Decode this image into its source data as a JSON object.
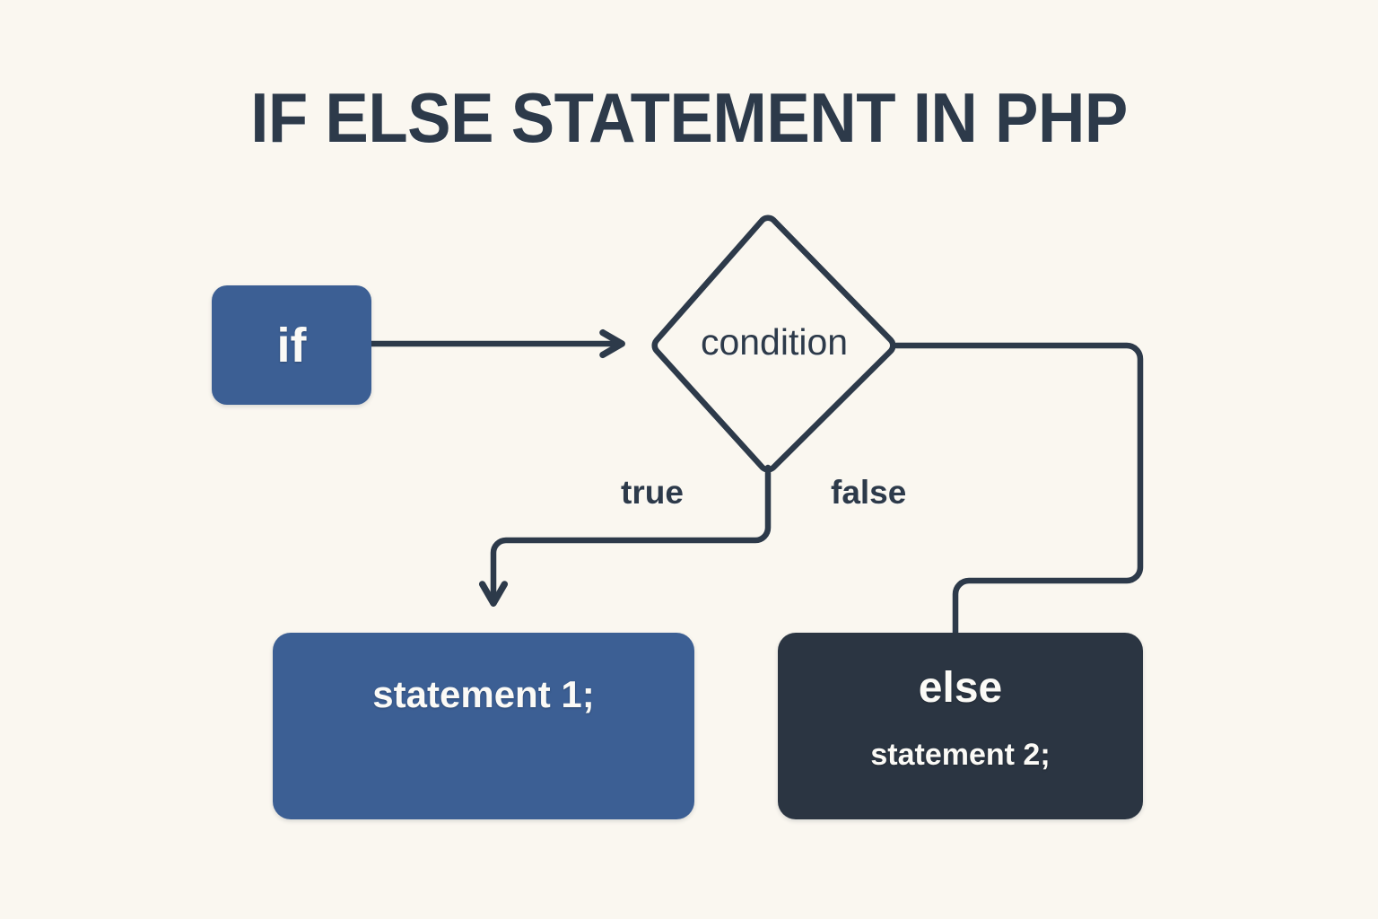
{
  "page": {
    "title": "IF ELSE STATEMENT IN PHP",
    "background_color": "#faf7f0",
    "ink_color": "#2d3a4a",
    "accent_blue": "#3c5f94",
    "accent_dark": "#2b3542"
  },
  "diagram": {
    "type": "flowchart",
    "nodes": [
      {
        "id": "if",
        "shape": "rounded-rectangle",
        "label": "if",
        "fill": "#3c5f94",
        "text_color": "#fbfaf6"
      },
      {
        "id": "condition",
        "shape": "diamond",
        "label": "condition",
        "fill": "none",
        "stroke": "#2d3a4a",
        "text_color": "#2d3a4a"
      },
      {
        "id": "statement1",
        "shape": "rounded-rectangle",
        "label": "statement 1;",
        "fill": "#3c5f94",
        "text_color": "#fbfaf6"
      },
      {
        "id": "else",
        "shape": "rounded-rectangle",
        "label": "else",
        "sublabel": "statement 2;",
        "fill": "#2b3542",
        "text_color": "#fbfaf6"
      }
    ],
    "edges": [
      {
        "id": "if-to-condition",
        "from": "if",
        "to": "condition",
        "label": "",
        "arrow": true
      },
      {
        "id": "condition-true",
        "from": "condition",
        "to": "statement1",
        "label": "true",
        "arrow": true
      },
      {
        "id": "condition-false",
        "from": "condition",
        "to": "else",
        "label": "false",
        "arrow": false
      }
    ]
  }
}
